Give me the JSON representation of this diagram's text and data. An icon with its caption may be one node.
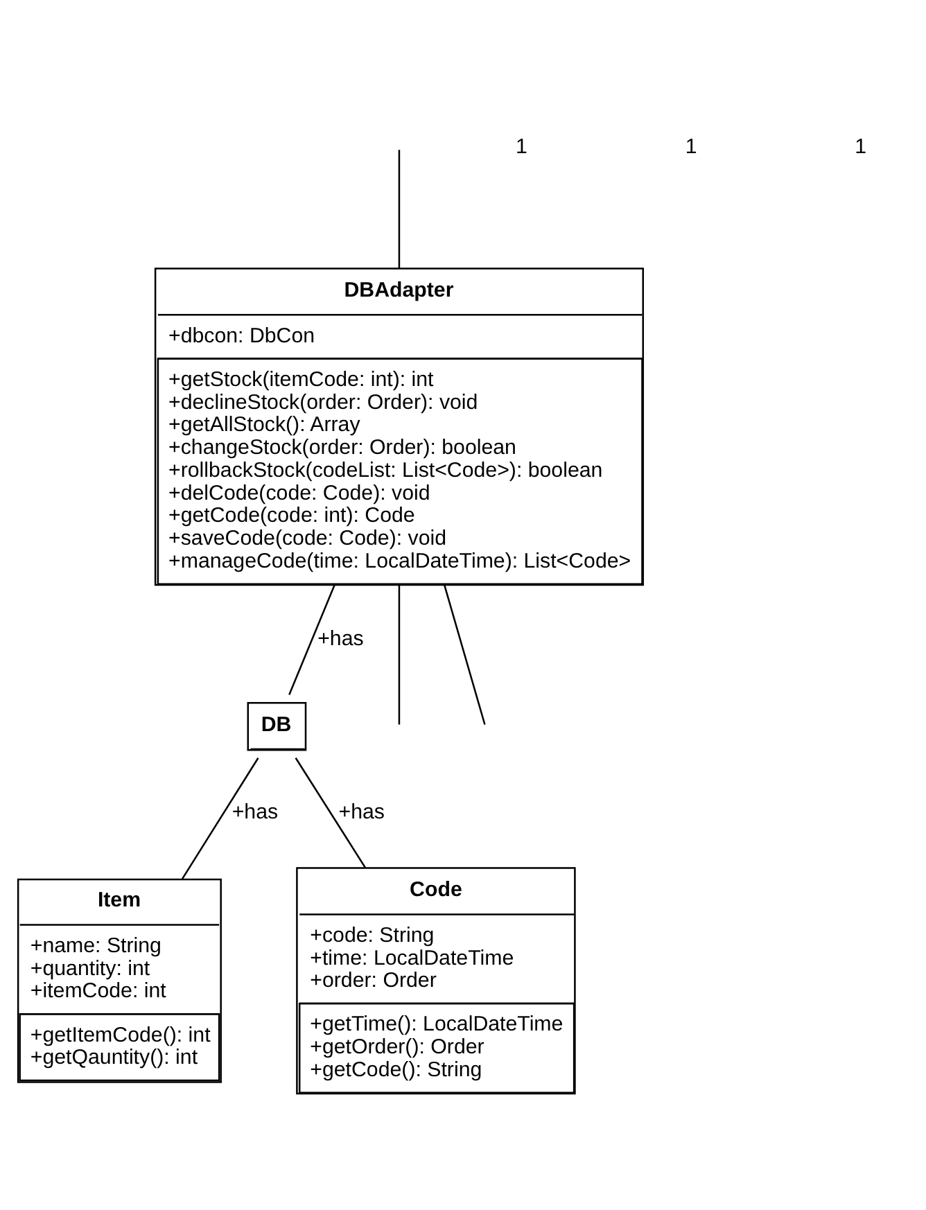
{
  "diagram": {
    "nodes": [
      {
        "text": [
          "DBAdapter",
          "+dbcon: DbCon",
          "+getStock(itemCode: int): int",
          "+declineStock(order: Order): void",
          "+getAllStock(): Array",
          "+changeStock(order: Order): boolean",
          "+rollbackStock(codeList: List<Code>): boolean",
          "+delCode(code: Code): void",
          "+getCode(code: int): Code",
          "+saveCode(code: Code): void",
          "+manageCode(time: LocalDateTime): List<Code>"
        ]
      },
      {
        "text": [
          "DB"
        ]
      },
      {
        "text": [
          "Item",
          "+name: String",
          "+quantity: int",
          "+itemCode: int",
          "+getItemCode(): int",
          "+getQauntity(): int"
        ]
      },
      {
        "text": [
          "Code",
          "+code: String",
          "+time: LocalDateTime",
          "+order: Order",
          "+getTime(): LocalDateTime",
          "+getOrder(): Order",
          "+getCode(): String"
        ]
      }
    ],
    "edges": [
      {
        "from": 0,
        "to": null,
        "arrow": "none"
      },
      {
        "from": null,
        "to": 0,
        "arrow": "none"
      },
      {
        "from": 0,
        "to": null,
        "arrow": "none"
      },
      {
        "from": 0,
        "to": 1,
        "label": "+has",
        "arrow": "none"
      },
      {
        "from": 1,
        "to": 2,
        "label": "+has",
        "arrow": "none"
      },
      {
        "from": 1,
        "to": 3,
        "label": "+has",
        "arrow": "none"
      }
    ],
    "labels": [
      "1",
      "1",
      "1"
    ]
  }
}
